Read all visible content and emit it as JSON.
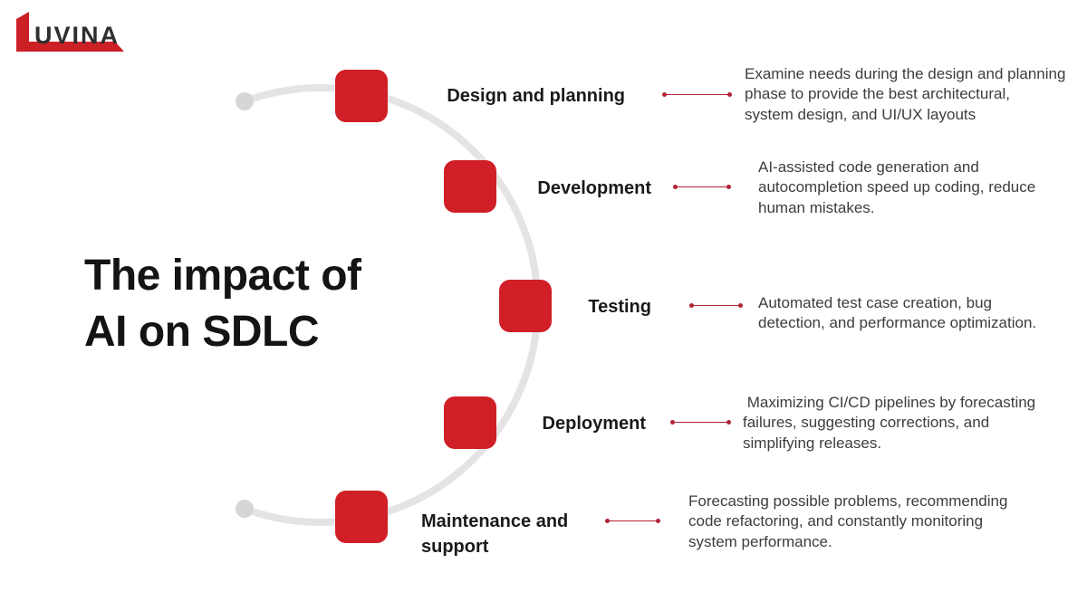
{
  "logo": {
    "text": "UVINA"
  },
  "title": {
    "lines": [
      "The impact of",
      "AI on SDLC"
    ]
  },
  "colors": {
    "accent_red": "#d01f26",
    "logo_red": "#cc2027",
    "logo_text": "#2e2e2e",
    "connector_red": "#b02438",
    "arc_gray": "#e4e4e4",
    "node_gray": "#d6d6d6",
    "title_black": "#141414",
    "label_black": "#1a1a1a",
    "desc_gray": "#3d3d3d"
  },
  "stages": [
    {
      "label": "Design and planning",
      "description": [
        "Examine needs during the design and planning",
        "phase to provide the best architectural,",
        "system design, and UI/UX layouts"
      ]
    },
    {
      "label": "Development",
      "description": [
        "AI-assisted code generation and",
        "autocompletion speed up coding, reduce",
        "human mistakes."
      ]
    },
    {
      "label": "Testing",
      "description": [
        "Automated test case creation, bug",
        "detection, and performance optimization."
      ]
    },
    {
      "label": "Deployment",
      "description": [
        " Maximizing CI/CD pipelines by forecasting",
        "failures, suggesting corrections, and",
        "simplifying releases."
      ]
    },
    {
      "label": [
        "Maintenance and",
        "support"
      ],
      "description": [
        "Forecasting possible problems, recommending",
        "code refactoring, and constantly monitoring",
        "system performance."
      ]
    }
  ]
}
